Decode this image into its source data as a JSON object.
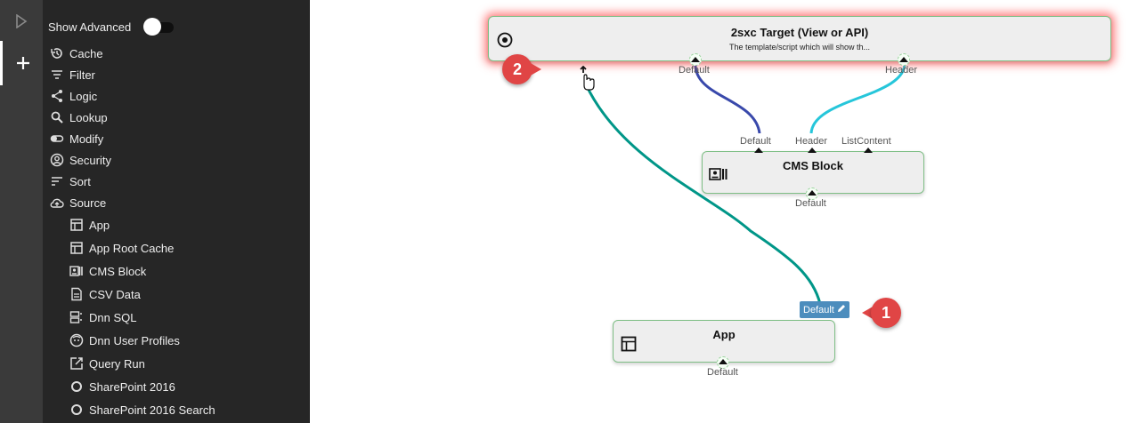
{
  "rail": {
    "play_icon": "play-icon",
    "add_icon": "plus-icon"
  },
  "sidebar": {
    "show_advanced_label": "Show Advanced",
    "show_advanced_on": false,
    "categories": [
      {
        "label": "Cache",
        "icon": "history-icon"
      },
      {
        "label": "Filter",
        "icon": "filter-lines-icon"
      },
      {
        "label": "Logic",
        "icon": "share-icon"
      },
      {
        "label": "Lookup",
        "icon": "search-icon"
      },
      {
        "label": "Modify",
        "icon": "pill-icon"
      },
      {
        "label": "Security",
        "icon": "user-circle-icon"
      },
      {
        "label": "Sort",
        "icon": "sort-icon"
      },
      {
        "label": "Source",
        "icon": "cloud-upload-icon"
      }
    ],
    "source_items": [
      {
        "label": "App",
        "icon": "table-icon"
      },
      {
        "label": "App Root Cache",
        "icon": "table-icon"
      },
      {
        "label": "CMS Block",
        "icon": "contact-card-icon"
      },
      {
        "label": "CSV Data",
        "icon": "file-icon"
      },
      {
        "label": "Dnn SQL",
        "icon": "database-icon"
      },
      {
        "label": "Dnn User Profiles",
        "icon": "face-icon"
      },
      {
        "label": "Query Run",
        "icon": "open-external-icon"
      },
      {
        "label": "SharePoint 2016",
        "icon": "circle-icon"
      },
      {
        "label": "SharePoint 2016 Search",
        "icon": "circle-icon"
      }
    ]
  },
  "canvas": {
    "target": {
      "title": "2sxc Target (View or API)",
      "description": "The template/script which will show th...",
      "icon": "target-icon",
      "in_ports": [
        "Default",
        "Header"
      ]
    },
    "cms_block": {
      "title": "CMS Block",
      "icon": "contact-card-icon",
      "in_ports": [
        "Default",
        "Header",
        "ListContent"
      ],
      "out_ports": [
        "Default"
      ]
    },
    "app": {
      "title": "App",
      "icon": "table-icon",
      "out_ports": [
        "Default"
      ]
    },
    "edge_label": "Default",
    "edge_edit_icon": "pencil-icon",
    "callouts": [
      "1",
      "2"
    ],
    "wire_colors": {
      "default": "#3949ab",
      "header": "#26c6da",
      "app": "#009688"
    },
    "target_glow": "#ff4646"
  }
}
